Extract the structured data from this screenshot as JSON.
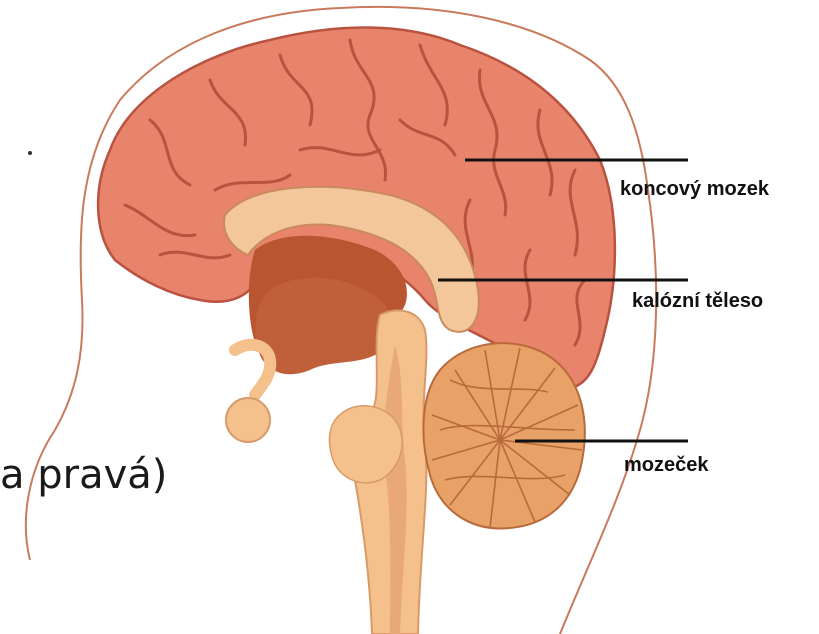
{
  "labels": {
    "cerebrum": "koncový mozek",
    "corpus_callosum": "kalózní těleso",
    "cerebellum": "mozeček"
  },
  "slide_text": "a pravá)",
  "colors": {
    "cortex": "#e8846b",
    "cortex_groove": "#b9523f",
    "corpus_callosum": "#f3c79b",
    "inner_dark": "#b95530",
    "brainstem": "#f4c08c",
    "cerebellum": "#e8a268",
    "head_outline": "#c97a5c",
    "leader_line": "#111111"
  }
}
